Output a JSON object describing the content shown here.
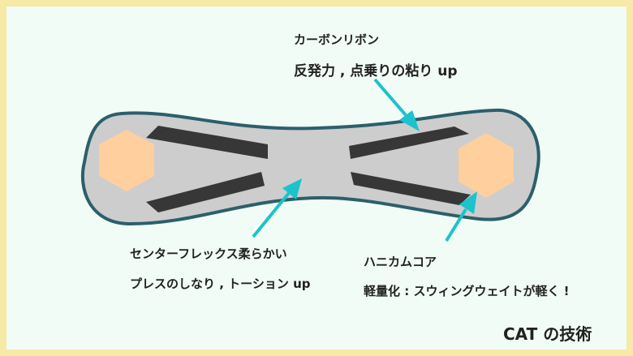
{
  "labels": {
    "carbon_title": "カーボンリボン",
    "carbon_desc": "反発力 , 点乗りの粘り up",
    "center_title": "センターフレックス柔らかい",
    "center_desc": "プレスのしなり , トーション up",
    "honeycomb_title": "ハニカムコア",
    "honeycomb_desc": "軽量化 : スウィングウェイトが軽く !",
    "footer_title": "CAT の技術"
  },
  "colors": {
    "background": "#f7e9a6",
    "panel": "#f1fcf6",
    "board_fill": "#cdcdcd",
    "board_outline": "#2c5f6b",
    "ribbon": "#373737",
    "honeycomb": "#ffcf9e",
    "arrow": "#1cc3cc"
  }
}
